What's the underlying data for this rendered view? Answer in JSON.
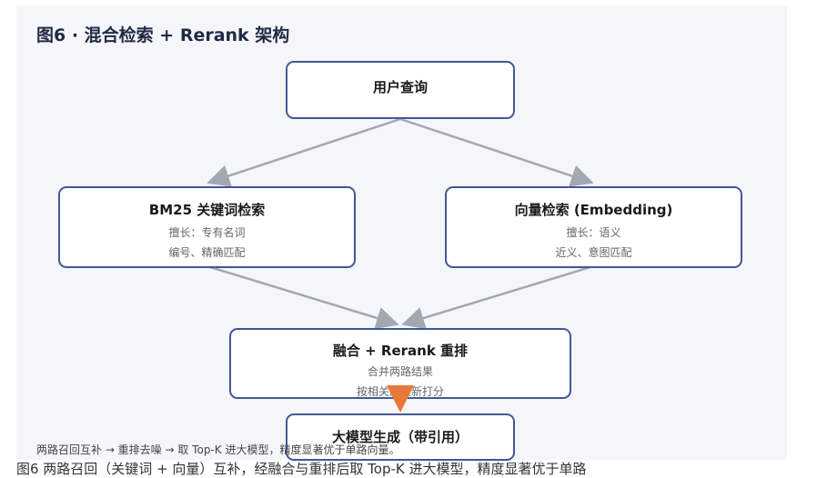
{
  "figure": {
    "title": "图6 · 混合检索 + Rerank 架构",
    "colors": {
      "box_border": "#3f5994",
      "arrow": "#a2a8b3",
      "accent_arrow": "#e8783a",
      "panel_bg": "#f5f6f9"
    }
  },
  "nodes": {
    "query": {
      "title": "用户查询"
    },
    "bm25": {
      "title": "BM25 关键词检索",
      "lines": [
        "擅长：专有名词",
        "编号、精确匹配"
      ]
    },
    "vector": {
      "title": "向量检索 (Embedding)",
      "lines": [
        "擅长：语义",
        "近义、意图匹配"
      ]
    },
    "fusion": {
      "title": "融合 + Rerank 重排",
      "lines": [
        "合并两路结果",
        "按相关度重新打分"
      ]
    },
    "llm": {
      "title": "大模型生成（带引用）"
    }
  },
  "caption": "两路召回互补 → 重排去噪 → 取 Top-K 进大模型，精度显著优于单路向量。",
  "truncated_line": "图6 两路召回（关键词 + 向量）互补，经融合与重排后取 Top-K 进大模型，精度显著优于单路"
}
